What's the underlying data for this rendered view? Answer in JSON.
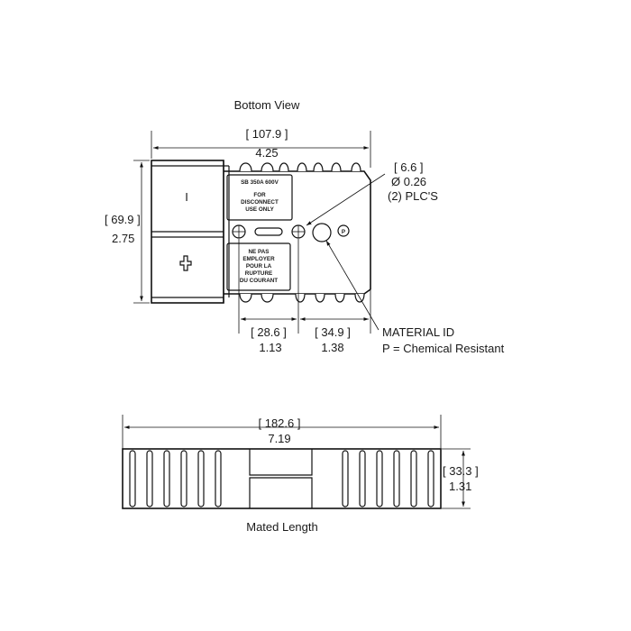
{
  "bottom_view": {
    "title": "Bottom View",
    "width_mm": "[ 107.9 ]",
    "width_in": "4.25",
    "height_mm": "[ 69.9 ]",
    "height_in": "2.75",
    "hole_mm": "[ 6.6 ]",
    "hole_dia": "Ø 0.26",
    "hole_qty": "(2) PLC'S",
    "offset1_mm": "[ 28.6 ]",
    "offset1_in": "1.13",
    "offset2_mm": "[ 34.9 ]",
    "offset2_in": "1.38",
    "material_id": "MATERIAL ID",
    "material_note": "P = Chemical Resistant",
    "rating_label": "SB 350A 600V",
    "notice_en": [
      "FOR",
      "DISCONNECT",
      "USE ONLY"
    ],
    "notice_fr": [
      "NE PAS",
      "EMPLOYER",
      "POUR LA",
      "RUPTURE",
      "DU COURANT"
    ],
    "minus_symbol": "I",
    "plus_symbol": "+",
    "material_mark": "P"
  },
  "mated_view": {
    "title": "Mated Length",
    "length_mm": "[ 182.6 ]",
    "length_in": "7.19",
    "height_mm": "[ 33.3 ]",
    "height_in": "1.31"
  }
}
